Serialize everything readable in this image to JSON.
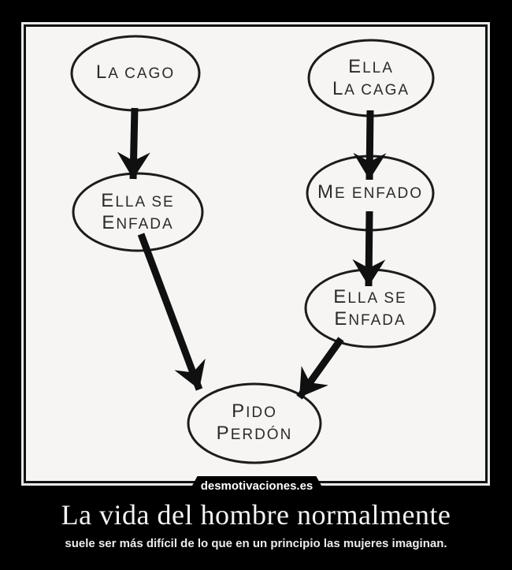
{
  "poster": {
    "background_color": "#000000",
    "panel_color": "#f6f5f3",
    "ink_color": "#141414",
    "text_color": "#ffffff"
  },
  "flowchart": {
    "nodes": [
      {
        "id": "la-cago",
        "label": "LA CAGO",
        "lines": [
          "LA CAGO"
        ]
      },
      {
        "id": "ella-la-caga",
        "label": "ELLA LA CAGA",
        "lines": [
          "ELLA",
          "LA CAGA"
        ]
      },
      {
        "id": "ella-se-enfada-left",
        "label": "ELLA SE ENFADA",
        "lines": [
          "ELLA SE",
          "ENFADA"
        ]
      },
      {
        "id": "me-enfado",
        "label": "ME ENFADO",
        "lines": [
          "ME ENFADO"
        ]
      },
      {
        "id": "ella-se-enfada-right",
        "label": "ELLA SE ENFADA",
        "lines": [
          "ELLA SE",
          "ENFADA"
        ]
      },
      {
        "id": "pido-perdon",
        "label": "PIDO PERDÓN",
        "lines": [
          "PIDO",
          "PERDÓN"
        ]
      }
    ],
    "edges": [
      {
        "from": "la-cago",
        "to": "ella-se-enfada-left"
      },
      {
        "from": "ella-la-caga",
        "to": "me-enfado"
      },
      {
        "from": "me-enfado",
        "to": "ella-se-enfada-right"
      },
      {
        "from": "ella-se-enfada-left",
        "to": "pido-perdon"
      },
      {
        "from": "ella-se-enfada-right",
        "to": "pido-perdon"
      }
    ]
  },
  "watermark": {
    "text": "desmotivaciones.es"
  },
  "caption": {
    "title": "La vida del hombre normalmente",
    "subtitle": "suele ser más difícil de lo que en un principio las mujeres imaginan."
  }
}
